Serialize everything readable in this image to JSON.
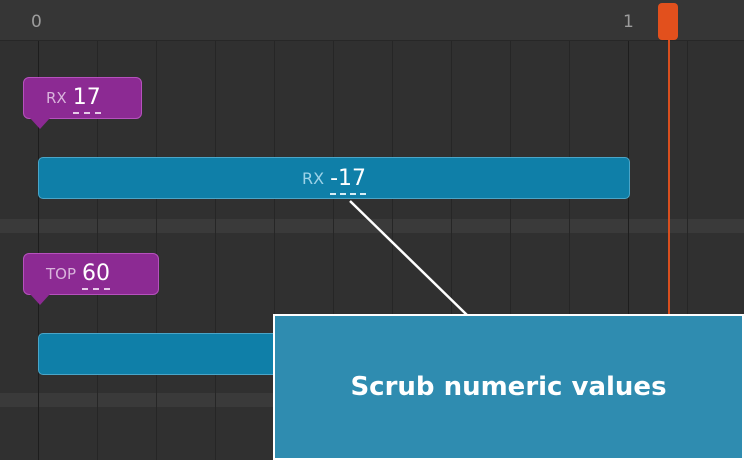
{
  "ruler": {
    "start_label": "0",
    "end_label": "1"
  },
  "tracks": [
    {
      "keyframe": {
        "property": "RX",
        "value": "17"
      },
      "segment": {
        "property": "RX",
        "value": "-17"
      }
    },
    {
      "keyframe": {
        "property": "TOP",
        "value": "60"
      },
      "segment": {
        "property": "",
        "value": ""
      }
    }
  ],
  "callout": {
    "text": "Scrub numeric values"
  },
  "colors": {
    "keyframe": "#8c2a93",
    "segment": "#0f7fa8",
    "playhead": "#e2501d",
    "callout": "#2f8cb0"
  }
}
